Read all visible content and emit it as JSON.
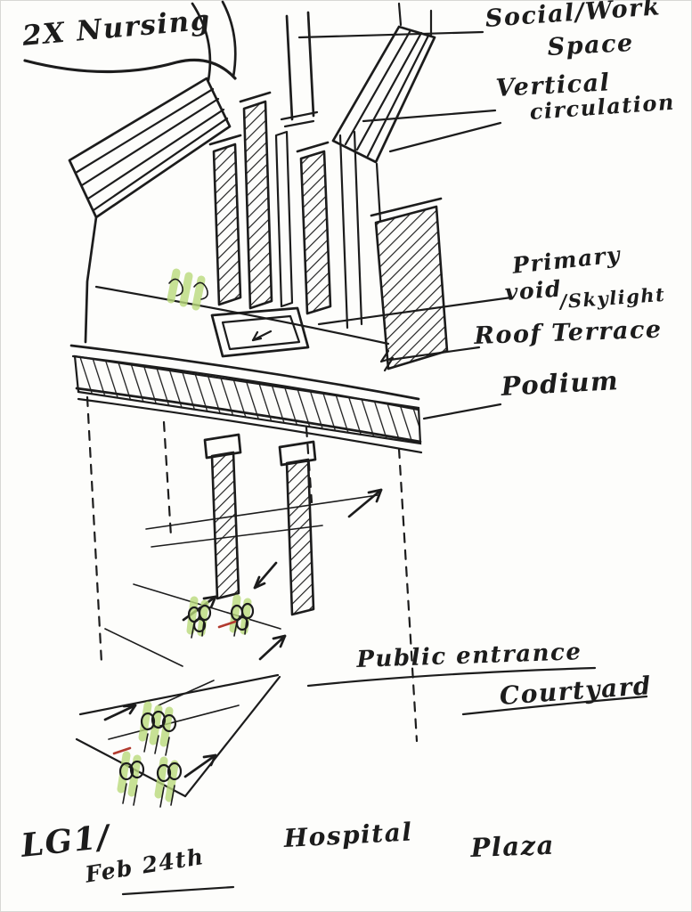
{
  "sketch": {
    "labels": {
      "nursing": "2X Nursing",
      "social_line1": "Social/Work",
      "social_line2": "Space",
      "vertical_line1": "Vertical",
      "vertical_line2": "circulation",
      "primary_line1": "Primary",
      "primary_line2": "void",
      "primary_line3": "/Skylight",
      "roof_terrace": "Roof Terrace",
      "podium": "Podium",
      "public_entrance": "Public entrance",
      "courtyard": "Courtyard",
      "hospital": "Hospital",
      "plaza": "Plaza",
      "signature": "LG1/",
      "date": "Feb 24th"
    }
  },
  "colors": {
    "ink": "#1c1c1c",
    "highlight": "#b9d97c",
    "red": "#b23a2e",
    "paper": "#fdfdfb"
  }
}
